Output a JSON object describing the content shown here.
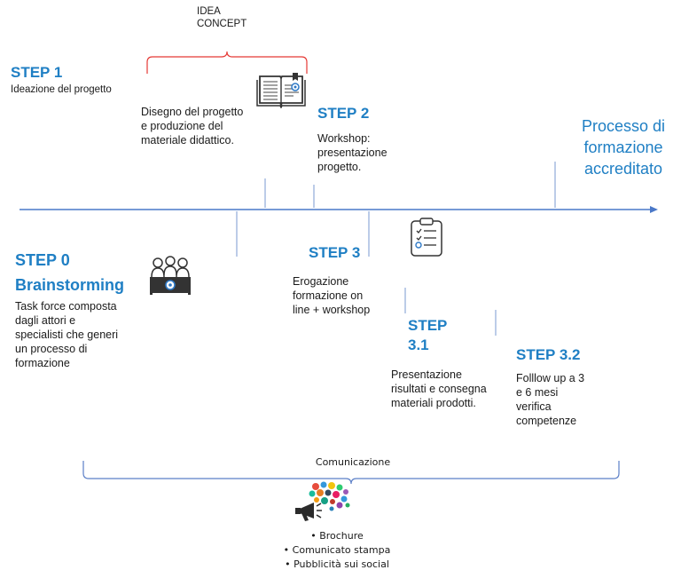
{
  "idea_concept": {
    "line1": "IDEA",
    "line2": "CONCEPT"
  },
  "steps": {
    "step1": {
      "title": "STEP 1",
      "desc": "Ideazione del progetto"
    },
    "step1_detail": {
      "desc": [
        "Disegno del progetto",
        "e produzione del",
        "materiale didattico."
      ]
    },
    "step2": {
      "title": "STEP 2",
      "desc": [
        "Workshop:",
        "presentazione",
        "progetto."
      ]
    },
    "step0": {
      "title": "STEP 0",
      "subtitle": "Brainstorming",
      "desc": [
        "Task force composta",
        "dagli attori e",
        "specialisti che generi",
        "un processo di",
        "formazione"
      ]
    },
    "step3": {
      "title": "STEP 3",
      "desc": [
        "Erogazione",
        "formazione on",
        "line + workshop"
      ]
    },
    "step3_1": {
      "title_line1": "STEP",
      "title_line2": "3.1",
      "desc": [
        "Presentazione",
        "risultati e consegna",
        "materiali prodotti."
      ]
    },
    "step3_2": {
      "title": "STEP 3.2",
      "desc": [
        "Folllow up a 3",
        "e 6 mesi",
        "verifica",
        "competenze"
      ]
    }
  },
  "process": {
    "lines": [
      "Processo di",
      "formazione",
      "accreditato"
    ]
  },
  "communication": {
    "label": "Comunicazione",
    "bullets": [
      "Brochure",
      "Comunicato stampa",
      "Pubblicità sui social"
    ]
  },
  "icons": {
    "book": "book-icon",
    "team": "team-icon",
    "clipboard": "clipboard-checklist-icon",
    "megaphone": "megaphone-icon"
  },
  "colors": {
    "accent": "#1f7fc4",
    "timeline": "#4a78c8",
    "brace_red": "#e53935",
    "brace_blue": "#5b7fc7"
  }
}
